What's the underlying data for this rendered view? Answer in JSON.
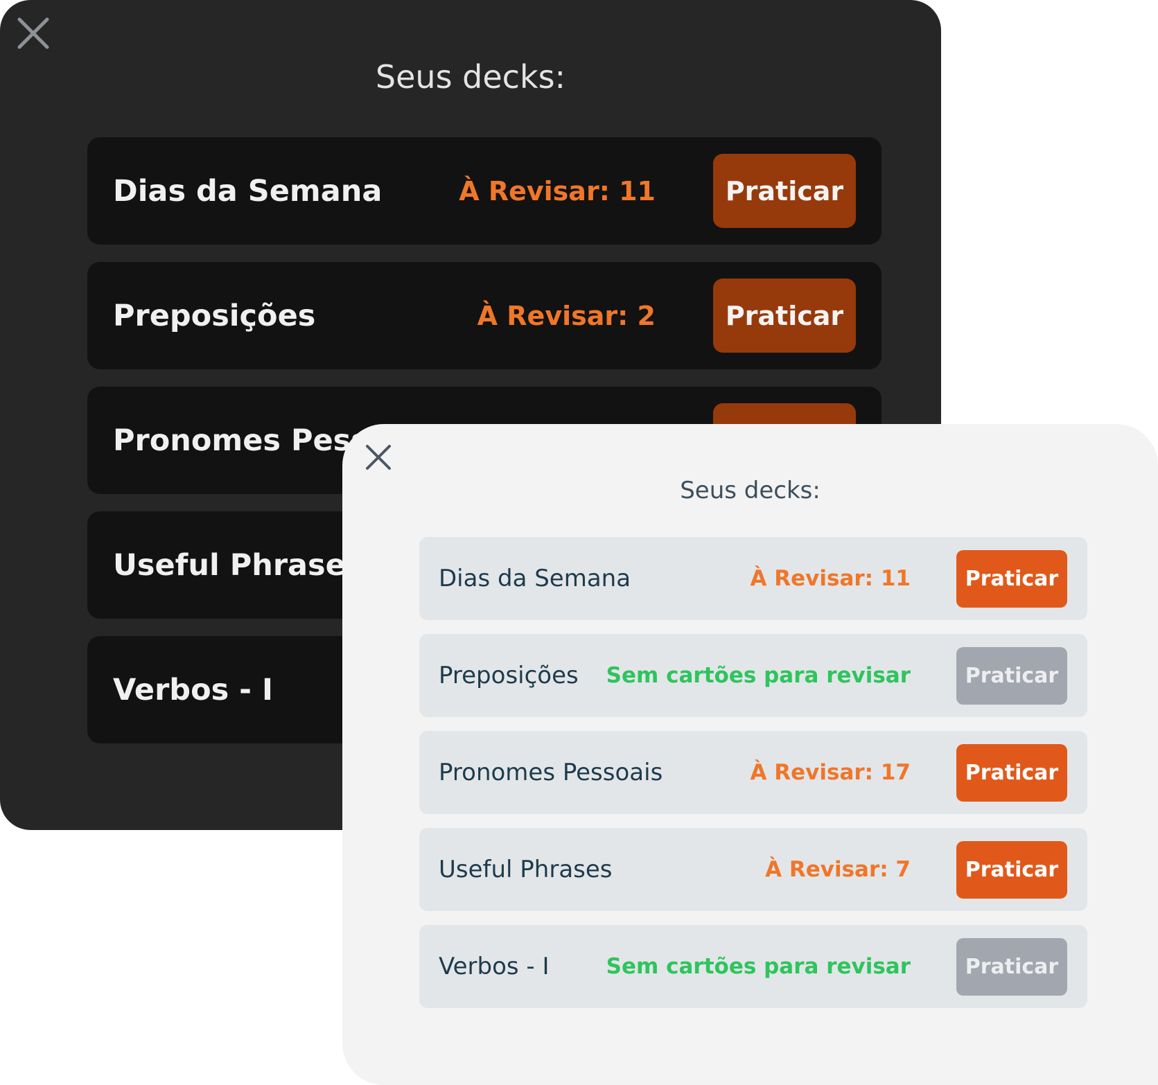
{
  "colors": {
    "dark_bg": "#262626",
    "dark_row_bg": "#121212",
    "dark_button": "#973a0b",
    "due_orange": "#f0762a",
    "light_bg": "#f3f3f3",
    "light_row_bg": "#e3e6e8",
    "light_button": "#e0591a",
    "disabled_button": "#a2a6ae",
    "no_review_green": "#2ec45e"
  },
  "dark_theme": {
    "close_icon": "close-icon",
    "title": "Seus decks:",
    "decks": [
      {
        "name": "Dias da Semana",
        "status": "À Revisar: 11",
        "button": "Praticar"
      },
      {
        "name": "Preposições",
        "status": "À Revisar: 2",
        "button": "Praticar"
      },
      {
        "name": "Pronomes Pessoais",
        "status": "",
        "button": ""
      },
      {
        "name": "Useful Phrases",
        "status": "",
        "button": ""
      },
      {
        "name": "Verbos - I",
        "status": "",
        "button": ""
      }
    ]
  },
  "light_theme": {
    "close_icon": "close-icon",
    "title": "Seus decks:",
    "decks": [
      {
        "name": "Dias da Semana",
        "status": "À Revisar: 11",
        "status_type": "due",
        "button": "Praticar",
        "enabled": true
      },
      {
        "name": "Preposições",
        "status": "Sem cartões para revisar",
        "status_type": "none",
        "button": "Praticar",
        "enabled": false
      },
      {
        "name": "Pronomes Pessoais",
        "status": "À Revisar: 17",
        "status_type": "due",
        "button": "Praticar",
        "enabled": true
      },
      {
        "name": "Useful Phrases",
        "status": "À Revisar: 7",
        "status_type": "due",
        "button": "Praticar",
        "enabled": true
      },
      {
        "name": "Verbos - I",
        "status": "Sem cartões para revisar",
        "status_type": "none",
        "button": "Praticar",
        "enabled": false
      }
    ]
  }
}
